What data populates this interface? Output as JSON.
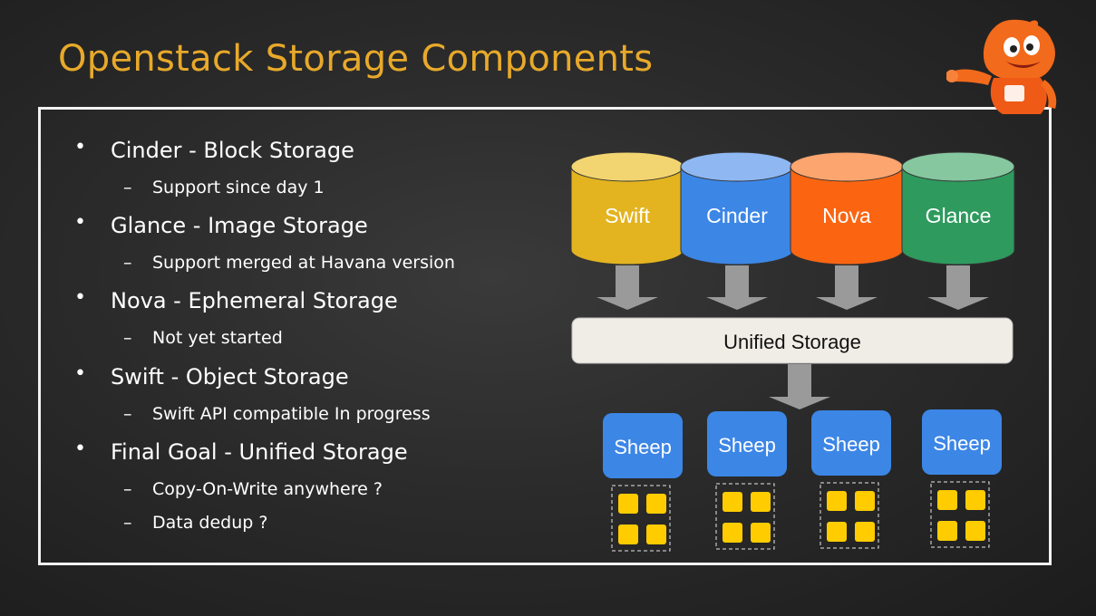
{
  "title": "Openstack Storage Components",
  "bullets": [
    {
      "text": "Cinder - Block Storage",
      "sub": [
        "Support since day 1"
      ]
    },
    {
      "text": "Glance - Image Storage",
      "sub": [
        "Support merged at Havana version"
      ]
    },
    {
      "text": "Nova - Ephemeral Storage",
      "sub": [
        "Not yet started"
      ]
    },
    {
      "text": "Swift - Object Storage",
      "sub": [
        "Swift API compatible In progress"
      ]
    },
    {
      "text": "Final Goal - Unified Storage",
      "sub": [
        "Copy-On-Write anywhere ?",
        "Data dedup ?"
      ]
    }
  ],
  "bullet_mark": "•",
  "sub_mark": "–",
  "diagram": {
    "components": [
      {
        "label": "Swift",
        "color": "#e3b41f",
        "top_color": "#f2d570"
      },
      {
        "label": "Cinder",
        "color": "#3c86e6",
        "top_color": "#8fb8f2"
      },
      {
        "label": "Nova",
        "color": "#fb6512",
        "top_color": "#fca56e"
      },
      {
        "label": "Glance",
        "color": "#2e9a5e",
        "top_color": "#86c7a0"
      }
    ],
    "unified_label": "Unified Storage",
    "nodes": [
      "Sheep",
      "Sheep",
      "Sheep",
      "Sheep"
    ],
    "node_color": "#3c86e6",
    "disk_color": "#ffcc00",
    "arrow_color": "#9a9a9a"
  },
  "mascot": {
    "icon": "taobao-mascot",
    "colors": {
      "body": "#f26a1b",
      "accent": "#ffffff"
    }
  }
}
